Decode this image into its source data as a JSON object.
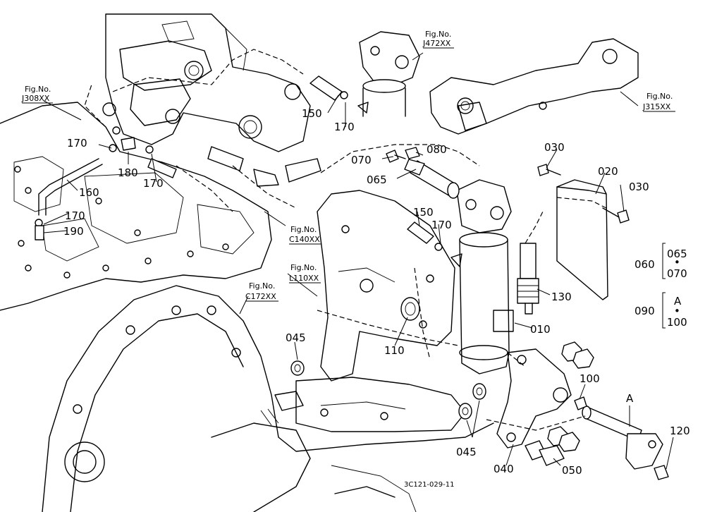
{
  "parts": {
    "p010": "010",
    "p020": "020",
    "p030a": "030",
    "p030b": "030",
    "p040": "040",
    "p045a": "045",
    "p045b": "045",
    "p050": "050",
    "p060": "060",
    "p065a": "065",
    "p065b": "065",
    "p070a": "070",
    "p070b": "070",
    "p080": "080",
    "p090": "090",
    "p100a": "100",
    "p100b": "100",
    "p110": "110",
    "p120": "120",
    "p130": "130",
    "p150a": "150",
    "p150b": "150",
    "p160": "160",
    "p170a": "170",
    "p170b": "170",
    "p170c": "170",
    "p170d": "170",
    "p170e": "170",
    "p180": "180",
    "p190": "190",
    "pA1": "A",
    "pA2": "A",
    "dot1": "•",
    "dot2": "•"
  },
  "fig_refs": {
    "j308_fig": "Fig.No.",
    "j308_code": "J308XX",
    "j472_fig": "Fig.No.",
    "j472_code": "J472XX",
    "j315_fig": "Fig.No.",
    "j315_code": "J315XX",
    "c140_fig": "Fig.No.",
    "c140_code": "C140XX",
    "l110_fig": "Fig.No.",
    "l110_code": "L110XX",
    "c172_fig": "Fig.No.",
    "c172_code": "C172XX"
  },
  "drawing_code": "3C121-029-11"
}
